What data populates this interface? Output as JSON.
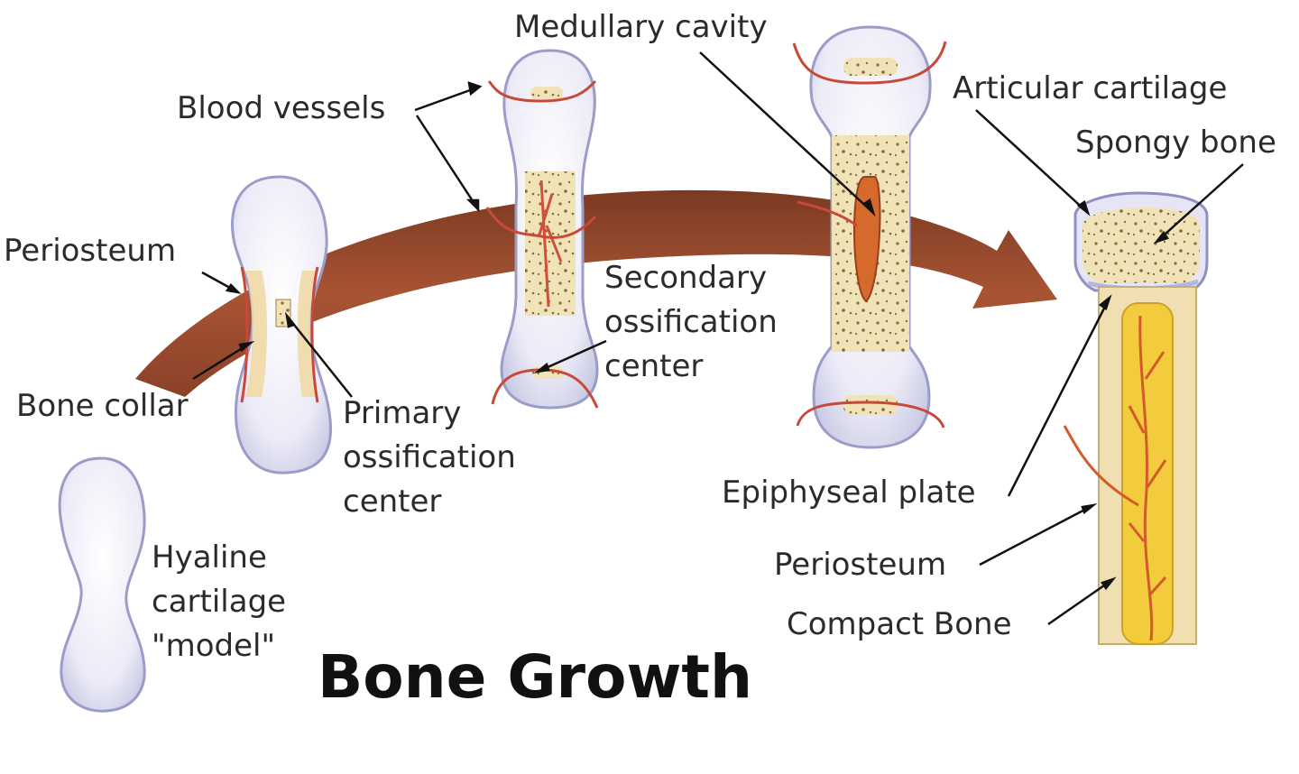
{
  "title": "Bone Growth",
  "labels": {
    "medullary_cavity": "Medullary cavity",
    "blood_vessels": "Blood vessels",
    "articular_cartilage": "Articular cartilage",
    "spongy_bone": "Spongy bone",
    "periosteum_left": "Periosteum",
    "secondary_ossification_center": "Secondary\nossification\ncenter",
    "bone_collar": "Bone collar",
    "primary_ossification_center": "Primary\nossification\ncenter",
    "epiphyseal_plate": "Epiphyseal plate",
    "hyaline_cartilage_model": "Hyaline\ncartilage\n\"model\"",
    "periosteum_right": "Periosteum",
    "compact_bone": "Compact Bone"
  },
  "colors": {
    "arrow": "#9a4a2c",
    "cartilage": "#e9e8f6",
    "cartilage_edge": "#9b9cc8",
    "bone": "#f1e2b6",
    "marrow": "#f3cc3e",
    "vessel": "#c8493a",
    "leader": "#111111"
  }
}
